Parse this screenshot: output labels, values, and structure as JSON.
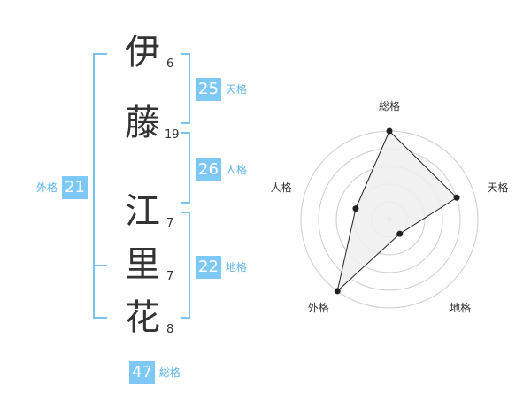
{
  "name": {
    "characters": [
      {
        "char": "伊",
        "strokes": "6"
      },
      {
        "char": "藤",
        "strokes": "19"
      },
      {
        "char": "江",
        "strokes": "7"
      },
      {
        "char": "里",
        "strokes": "7"
      },
      {
        "char": "花",
        "strokes": "8"
      }
    ]
  },
  "fortunes": {
    "tenkaku": {
      "value": "25",
      "label": "天格"
    },
    "jinkaku": {
      "value": "26",
      "label": "人格"
    },
    "chikaku": {
      "value": "22",
      "label": "地格"
    },
    "gaikaku": {
      "value": "21",
      "label": "外格"
    },
    "soukaku": {
      "value": "47",
      "label": "総格"
    }
  },
  "colors": {
    "accent": "#7ec8f5",
    "accent_text": "#5db4ea",
    "bracket": "#77c3f1",
    "grid": "#cccccc",
    "polygon_fill": "#efefef"
  },
  "chart_data": {
    "type": "radar",
    "axes": [
      "総格",
      "天格",
      "地格",
      "外格",
      "人格"
    ],
    "levels": 5,
    "range": [
      0,
      5
    ],
    "values": [
      5,
      4,
      1,
      5,
      2
    ]
  }
}
